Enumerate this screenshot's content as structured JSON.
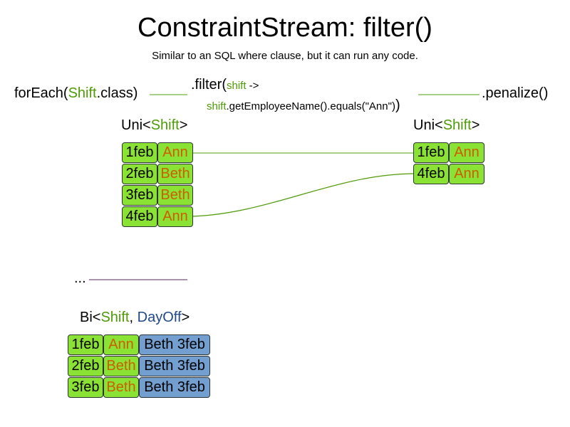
{
  "title": "ConstraintStream: filter()",
  "subtitle": "Similar to an SQL where clause, but it can run any code.",
  "pipeline": {
    "foreach": {
      "pre": "forEach(",
      "type": "Shift",
      "post": ".class)"
    },
    "filter": {
      "pre": ".filter(",
      "var": "shift",
      "arrow": " ->",
      "var2": "shift",
      "call": ".getEmployeeName().equals(\"Ann\")",
      "close": ")"
    },
    "penalize": ".penalize()"
  },
  "uni_in": {
    "pre": "Uni<",
    "type": "Shift",
    "post": ">",
    "rows": [
      [
        "1feb",
        "Ann"
      ],
      [
        "2feb",
        "Beth"
      ],
      [
        "3feb",
        "Beth"
      ],
      [
        "4feb",
        "Ann"
      ]
    ]
  },
  "uni_out": {
    "pre": "Uni<",
    "type": "Shift",
    "post": ">",
    "rows": [
      [
        "1feb",
        "Ann"
      ],
      [
        "4feb",
        "Ann"
      ]
    ]
  },
  "ellipsis": "...",
  "bi": {
    "pre": "Bi<",
    "type1": "Shift",
    "sep": ", ",
    "type2": "DayOff",
    "post": ">",
    "rows": [
      [
        "1feb",
        "Ann",
        "Beth 3feb"
      ],
      [
        "2feb",
        "Beth",
        "Beth 3feb"
      ],
      [
        "3feb",
        "Beth",
        "Beth 3feb"
      ]
    ]
  },
  "colors": {
    "shift_text": "#4e9a06",
    "employee_text": "#ce5c00",
    "dayoff_text": "#204a87",
    "shift_box": "#8ae234",
    "dayoff_box": "#729fcf",
    "flow_line": "#73b33c",
    "other_line": "#75507b"
  }
}
